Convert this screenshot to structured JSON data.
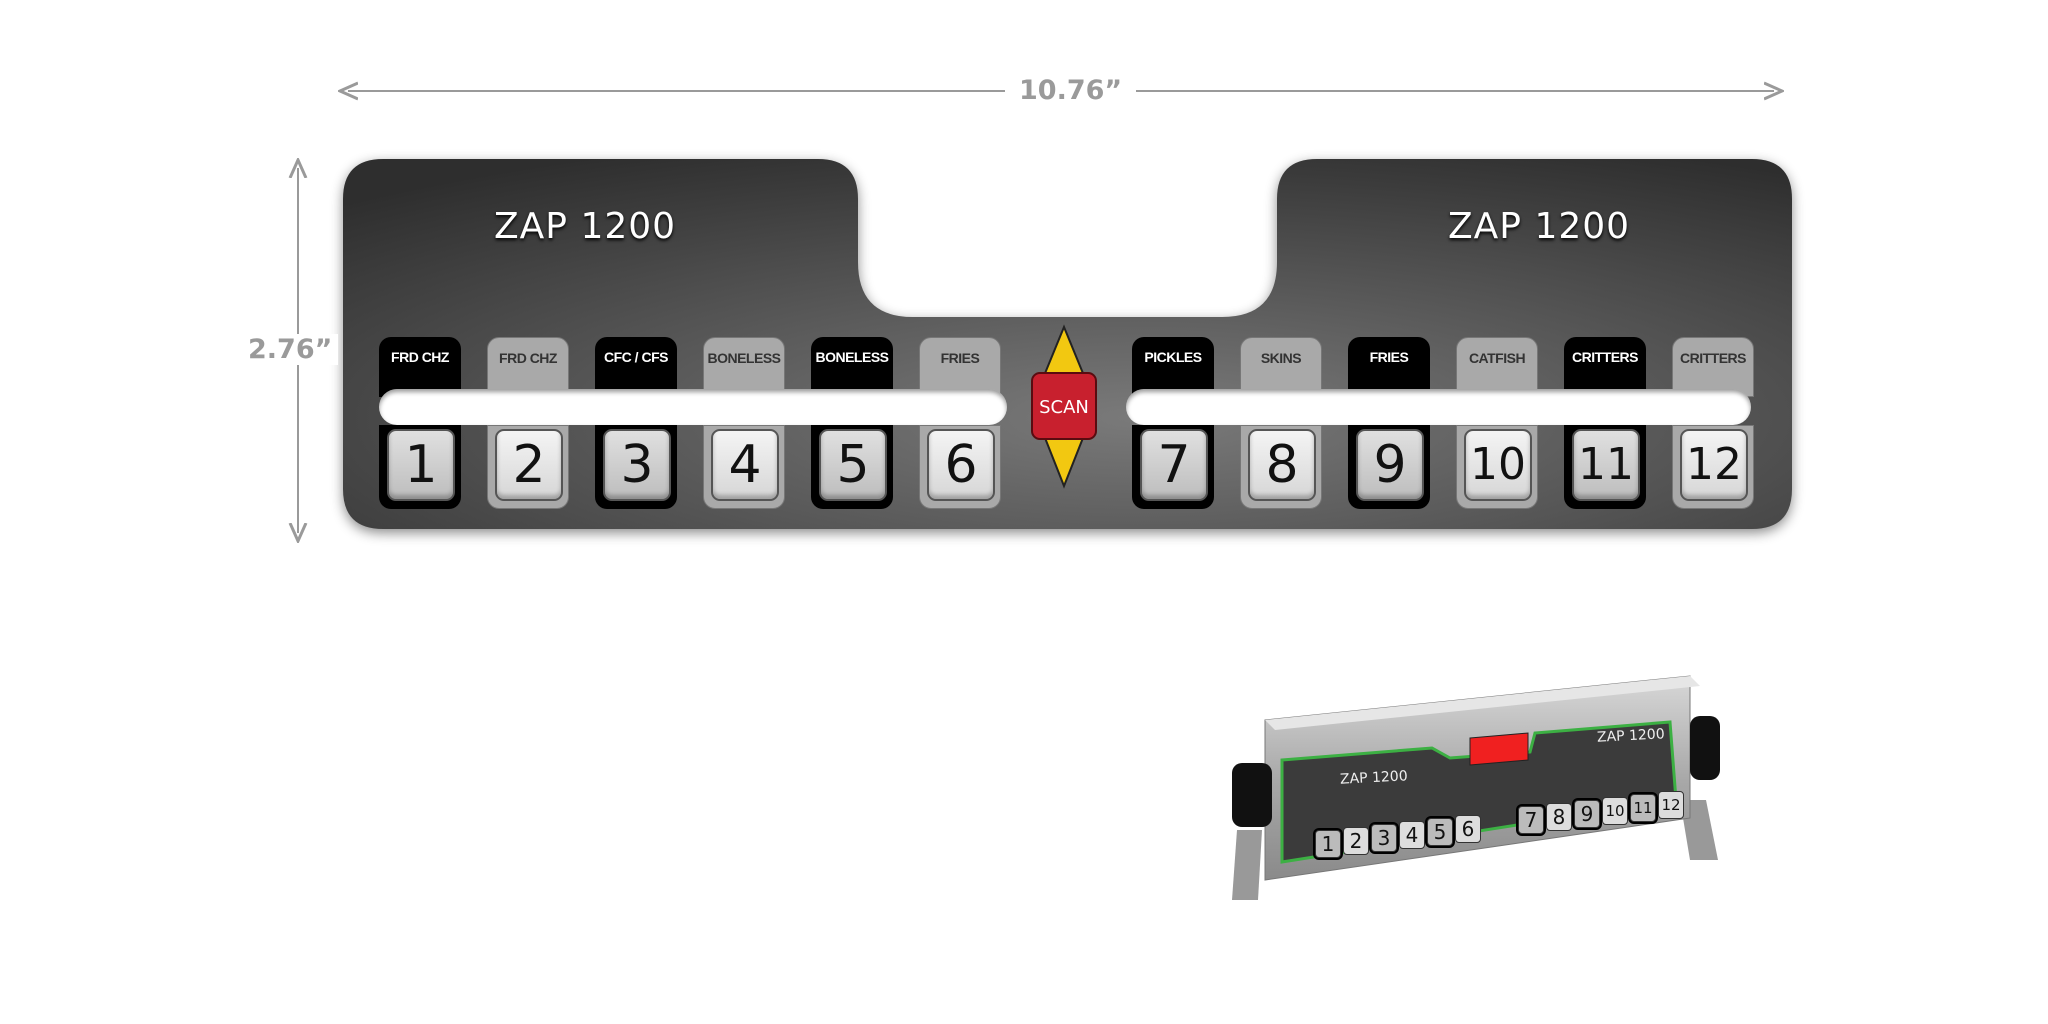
{
  "dimensions": {
    "width": "10.76”",
    "height": "2.76”"
  },
  "panel": {
    "title_left": "ZAP 1200",
    "title_right": "ZAP 1200",
    "scan_label": "SCAN",
    "keys": [
      {
        "number": "1",
        "label": "FRD CHZ",
        "style": "dark"
      },
      {
        "number": "2",
        "label": "FRD CHZ",
        "style": "light"
      },
      {
        "number": "3",
        "label": "CFC / CFS",
        "style": "dark"
      },
      {
        "number": "4",
        "label": "BONELESS",
        "style": "light"
      },
      {
        "number": "5",
        "label": "BONELESS",
        "style": "dark"
      },
      {
        "number": "6",
        "label": "FRIES",
        "style": "light"
      },
      {
        "number": "7",
        "label": "PICKLES",
        "style": "dark"
      },
      {
        "number": "8",
        "label": "SKINS",
        "style": "light"
      },
      {
        "number": "9",
        "label": "FRIES",
        "style": "dark"
      },
      {
        "number": "10",
        "label": "CATFISH",
        "style": "light"
      },
      {
        "number": "11",
        "label": "CRITTERS",
        "style": "dark"
      },
      {
        "number": "12",
        "label": "CRITTERS",
        "style": "light"
      }
    ]
  },
  "colors": {
    "panel_dark": "#2e2e2e",
    "panel_light": "#7a7a7a",
    "scan_red": "#c8202e",
    "scan_yellow": "#f2c811",
    "display_red": "#f02020",
    "trim_green": "#3cb043"
  },
  "device_photo": {
    "title_left": "ZAP 1200",
    "title_right": "ZAP 1200"
  }
}
